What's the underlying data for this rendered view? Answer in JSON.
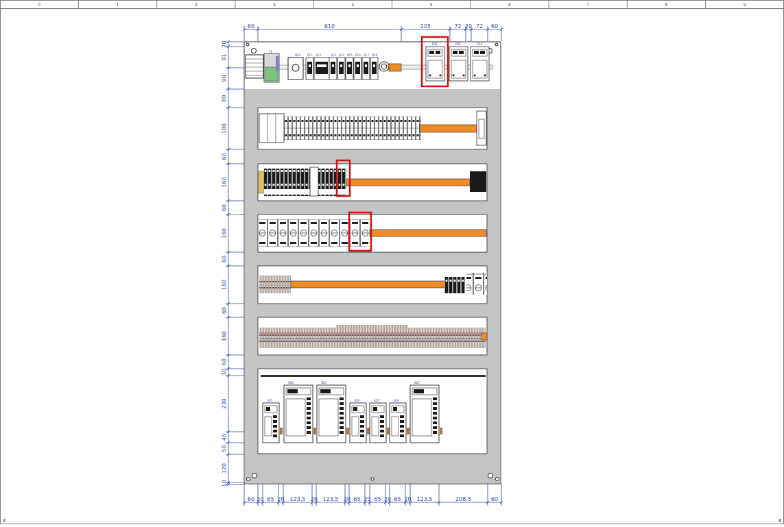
{
  "grid": {
    "columns": [
      "0",
      "1",
      "2",
      "3",
      "4",
      "5",
      "6",
      "7",
      "8",
      "9"
    ],
    "corner_left": "4",
    "corner_right": "6"
  },
  "dimensions": {
    "top": [
      "60",
      "610",
      "205",
      "72",
      "20",
      "72",
      "60"
    ],
    "left": [
      "20",
      "91",
      "90",
      "80",
      "180",
      "60",
      "160",
      "60",
      "160",
      "60",
      "160",
      "60",
      "160",
      "60",
      "30",
      "239",
      "46",
      "50",
      "120",
      "10"
    ],
    "bottom": [
      "60",
      "20",
      "65",
      "20",
      "123.5",
      "20",
      "123.5",
      "20",
      "65",
      "20",
      "65",
      "20",
      "65",
      "20",
      "123.5",
      "208.5",
      "60"
    ]
  },
  "highlights": [
    {
      "target": "top-rail-module-1"
    },
    {
      "target": "rail2-terminal-block"
    },
    {
      "target": "rail3-breaker"
    }
  ],
  "colors": {
    "dimension": "#2b3fae",
    "highlight": "#d01010",
    "duct": "#f08c28",
    "backplate": "#c4c4c4",
    "grid_line": "#7a7a7a"
  },
  "drive_labels": [
    "SD1",
    "SD2",
    "SD3",
    "SD4",
    "SD5",
    "SD6",
    "SD7"
  ],
  "top_labels": [
    "T1",
    "QS1",
    "QF1",
    "QF2",
    "QF3",
    "QF4",
    "QF5",
    "QF6",
    "QF7",
    "QF8",
    "PD1",
    "PD2",
    "PD3"
  ]
}
